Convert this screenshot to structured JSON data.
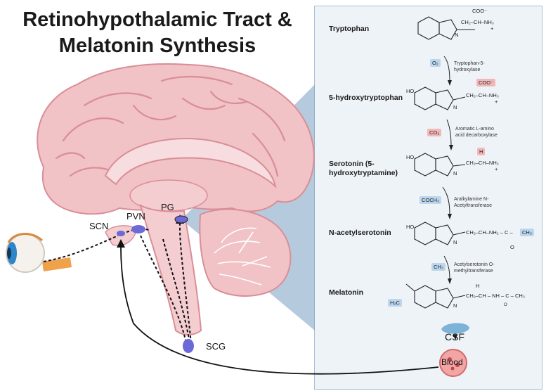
{
  "title_line1": "Retinohypothalamic Tract &",
  "title_line2": "Melatonin Synthesis",
  "anatomy": {
    "scn": "SCN",
    "pvn": "PVN",
    "pg": "PG",
    "scg": "SCG",
    "csf": "CSF",
    "blood": "Blood"
  },
  "pathway": {
    "compounds": [
      "Tryptophan",
      "5-hydroxytryptophan",
      "Serotonin (5-",
      "hydroxytryptamine)",
      "N-acetylserotonin",
      "Melatonin"
    ],
    "enzymes": [
      "Tryptophan-5-",
      "hydroxylase",
      "Aromatic L-amino",
      "acid decarboxylase",
      "Aralkylamine N-",
      "Acetyltransferase",
      "Acetylserotonin O-",
      "methyltransferase"
    ],
    "cofactors": [
      "O₂",
      "CO₂",
      "COCH₃",
      "CH₃"
    ],
    "groups": {
      "coo": "COO⁻",
      "chain1": "CH₂–CH–NH₃",
      "plus": "+",
      "ho": "HO",
      "n": "N",
      "h": "H",
      "chain2": "CH₂–CH–NH₂",
      "chain3": "CH₂–CH–NH₂ – C –",
      "ch3": "CH₃",
      "o": "O",
      "h3c": "H₃C",
      "chain4": "CH₂–CH – NH – C – CH₃"
    }
  },
  "colors": {
    "brain": "#f1c2c6",
    "brain_dark": "#d98e96",
    "nucleus": "#6b6ad6",
    "panel": "#eef3f8",
    "highlight_blue": "#bcd6ee",
    "highlight_red": "#f2b8b8"
  }
}
